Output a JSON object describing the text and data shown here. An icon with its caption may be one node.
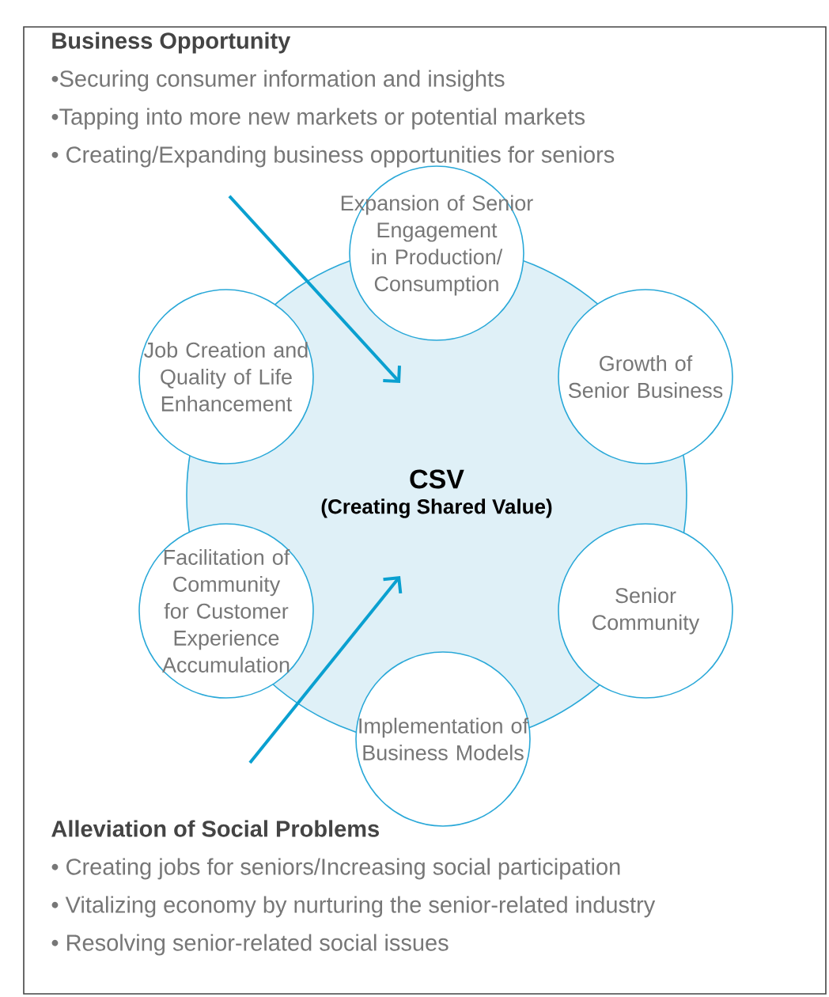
{
  "diagram": {
    "nodes": [
      {
        "text": [
          "Business Opportunity",
          "•Securing consumer information and insights",
          "•Tapping into more new markets or potential markets",
          "• Creating/Expanding business opportunities for seniors"
        ]
      },
      {
        "text": [
          "CSV",
          "(Creating Shared Value)"
        ]
      },
      {
        "text": [
          "Expansion of Senior Engagement in Production/ Consumption"
        ]
      },
      {
        "text": [
          "Job Creation and Quality of Life Enhancement"
        ]
      },
      {
        "text": [
          "Growth of Senior Business"
        ]
      },
      {
        "text": [
          "Facilitation of Community for Customer Experience Accumulation"
        ]
      },
      {
        "text": [
          "Senior Community"
        ]
      },
      {
        "text": [
          "Implementation of Business Models"
        ]
      },
      {
        "text": [
          "Alleviation of Social Problems",
          "• Creating jobs for seniors/Increasing social participation",
          "• Vitalizing economy by nurturing the senior-related industry",
          "• Resolving senior-related social issues"
        ]
      }
    ],
    "edges": [
      {
        "from": 0,
        "to": 1,
        "arrow": "to"
      },
      {
        "from": 8,
        "to": 1,
        "arrow": "to"
      }
    ]
  }
}
